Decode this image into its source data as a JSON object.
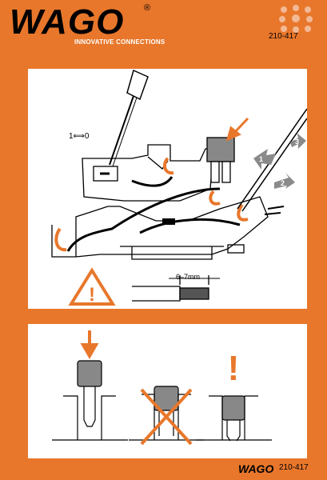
{
  "brand": {
    "logo_text": "WAGO",
    "registered": "®",
    "tagline": "INNOVATIVE CONNECTIONS"
  },
  "product_code": "210-417",
  "panel1": {
    "switch_label": "1⟺0",
    "strip_length_label": "6–7mm",
    "step_labels": [
      "1",
      "2",
      "3"
    ]
  },
  "panel2": {
    "warning_mark": "!"
  },
  "footer": {
    "logo_text": "WAGO",
    "code": "210-417"
  },
  "colors": {
    "background": "#e8772b",
    "panel": "#ffffff",
    "accent": "#e8772b",
    "gray_arrow": "#8a8a8a"
  }
}
